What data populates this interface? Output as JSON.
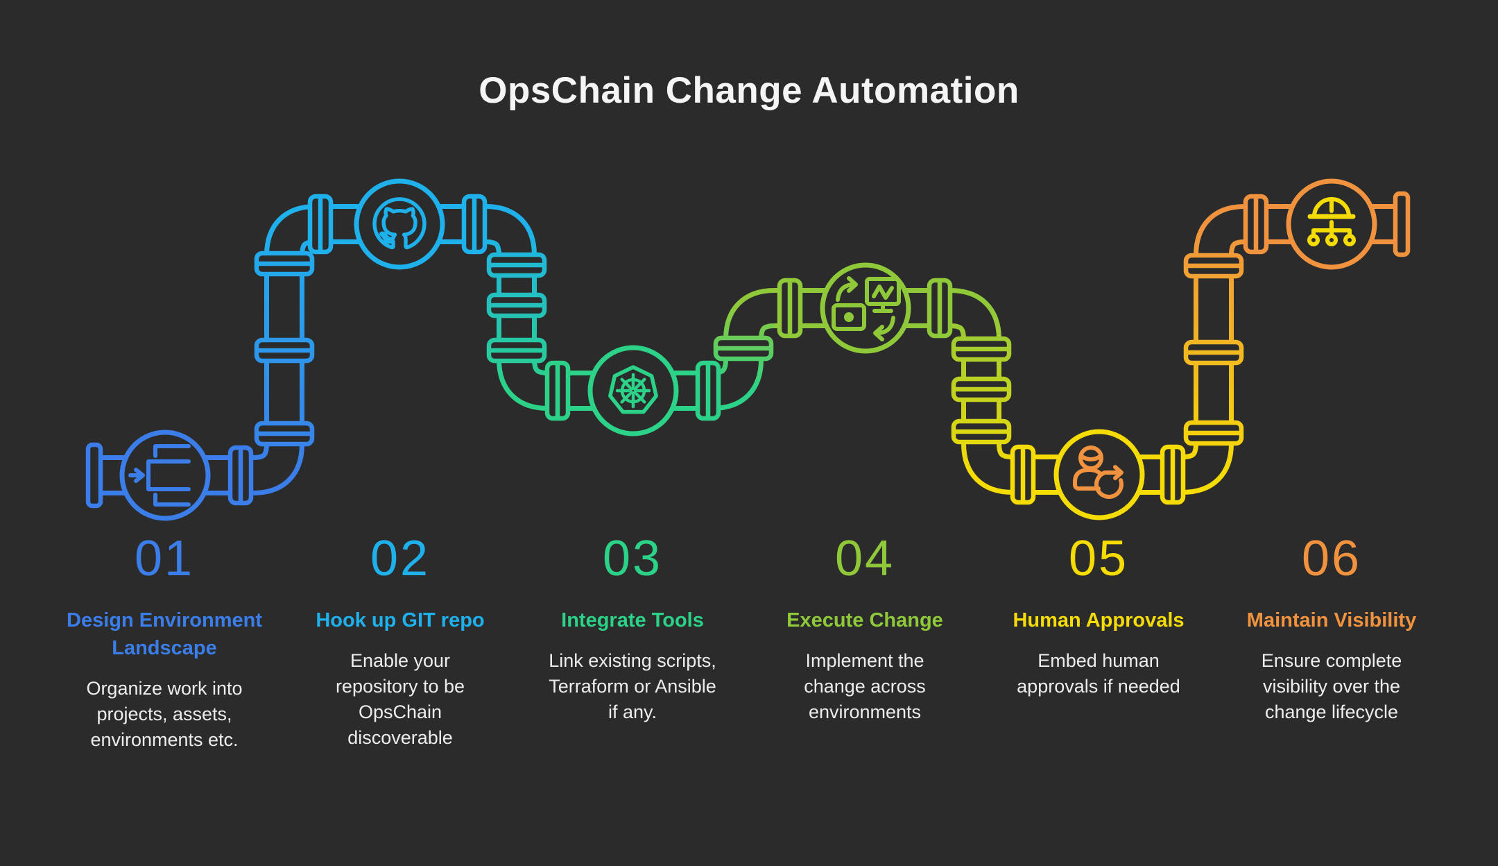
{
  "title": "OpsChain Change Automation",
  "colors": {
    "background": "#2B2B2C",
    "heading_text": "#F5F5F5",
    "description_text": "#EDEDED"
  },
  "steps": [
    {
      "num": "01",
      "title": "Design Environment\nLandscape",
      "desc": "Organize work into\nprojects, assets,\nenvironments etc.",
      "color": "#3B7DE9",
      "icon_color": "#3B7DE9",
      "icon": "environment-landscape"
    },
    {
      "num": "02",
      "title": "Hook up GIT repo",
      "desc": "Enable your\nrepository to be\nOpsChain\ndiscoverable",
      "color": "#1FB1EC",
      "icon_color": "#1FB1EC",
      "icon": "github"
    },
    {
      "num": "03",
      "title": "Integrate Tools",
      "desc": "Link existing scripts,\nTerraform or Ansible\nif any.",
      "color": "#2BD287",
      "icon_color": "#2BD287",
      "icon": "kubernetes"
    },
    {
      "num": "04",
      "title": "Execute Change",
      "desc": "Implement the\nchange across\nenvironments",
      "color": "#8FC93A",
      "icon_color": "#8FC93A",
      "icon": "systems-sync"
    },
    {
      "num": "05",
      "title": "Human Approvals",
      "desc": "Embed human\napprovals if needed",
      "color": "#F5DC05",
      "icon_color": "#F0923E",
      "icon": "user-refresh"
    },
    {
      "num": "06",
      "title": "Maintain Visibility",
      "desc": "Ensure complete\nvisibility over the\nchange lifecycle",
      "color": "#F0923E",
      "icon_color": "#F5DC05",
      "icon": "hardhat-network"
    }
  ]
}
